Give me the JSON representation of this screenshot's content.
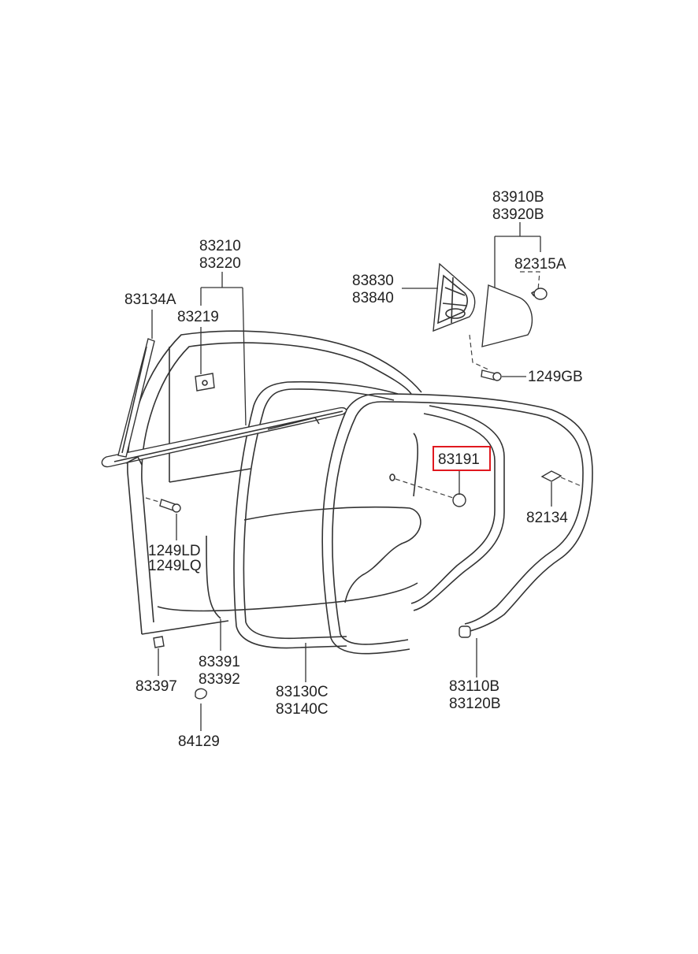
{
  "labels": {
    "p83910B": "83910B",
    "p83920B": "83920B",
    "p82315A": "82315A",
    "p83830": "83830",
    "p83840": "83840",
    "p83210": "83210",
    "p83220": "83220",
    "p83134A": "83134A",
    "p83219": "83219",
    "p1249GB": "1249GB",
    "p83191": "83191",
    "p82134": "82134",
    "p1249LD": "1249LD",
    "p1249LQ": "1249LQ",
    "p83391": "83391",
    "p83392": "83392",
    "p83397": "83397",
    "p83130C": "83130C",
    "p83140C": "83140C",
    "p83110B": "83110B",
    "p83120B": "83120B",
    "p84129": "84129"
  },
  "highlight": {
    "part": "83191",
    "color": "#e0181f"
  }
}
